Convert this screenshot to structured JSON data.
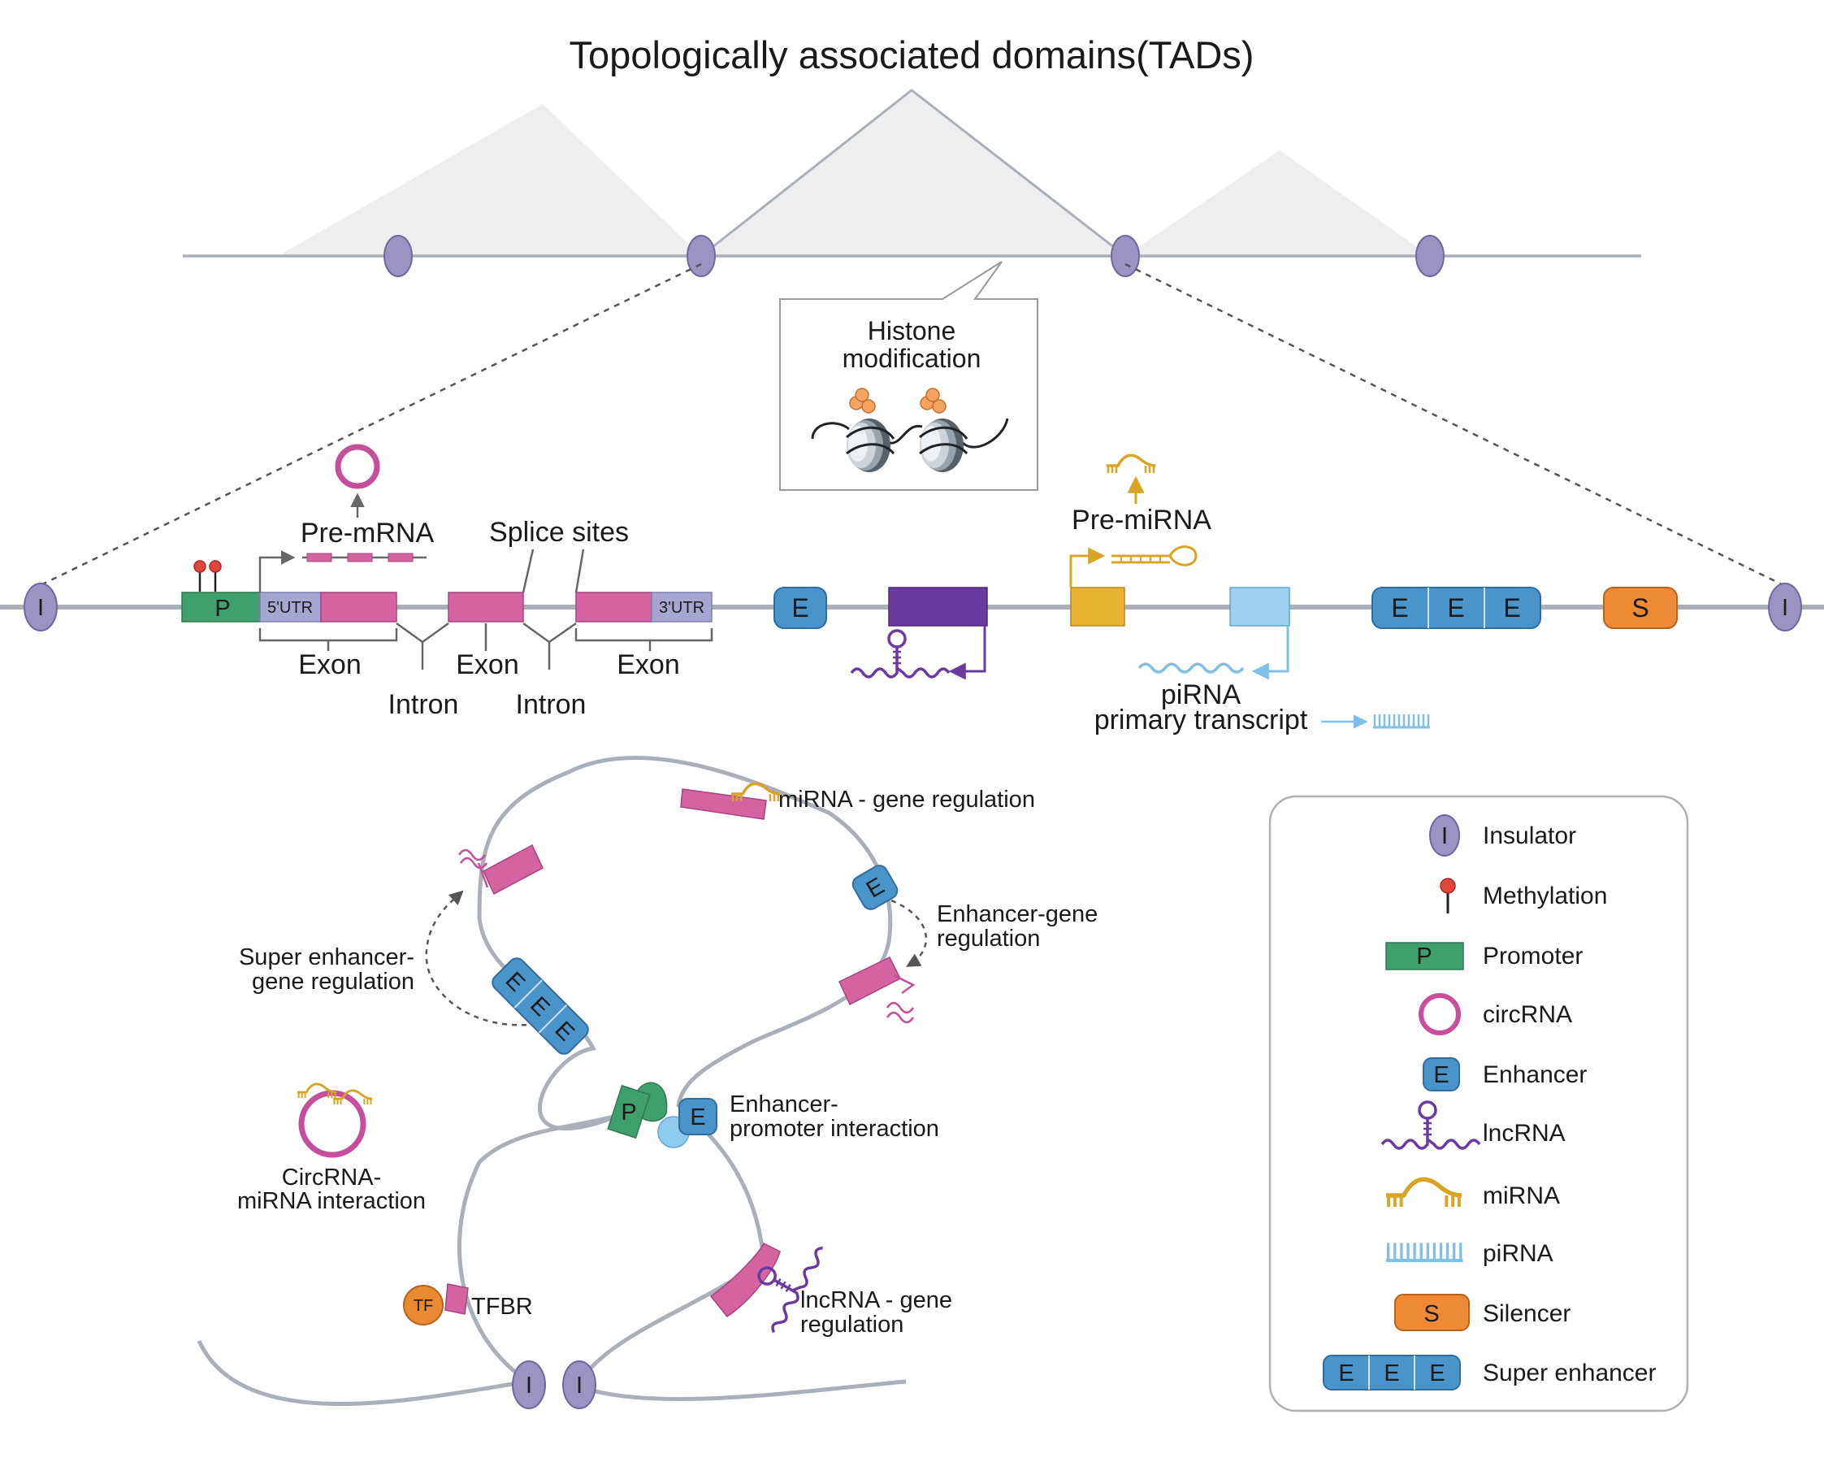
{
  "title": "Topologically associated domains(TADs)",
  "histone": {
    "line1": "Histone",
    "line2": "modification"
  },
  "glyphs": {
    "insulator": "I",
    "promoter": "P",
    "enhancer": "E",
    "silencer": "S",
    "tf": "TF"
  },
  "track": {
    "utr5": "5'UTR",
    "utr3": "3'UTR",
    "exon": "Exon",
    "intron": "Intron",
    "splice_sites": "Splice sites",
    "pre_mrna": "Pre-mRNA",
    "pre_mirna": "Pre-miRNA",
    "pirna": "piRNA",
    "primary_transcript": "primary transcript"
  },
  "loop": {
    "mirna_reg": "miRNA - gene regulation",
    "enh_gene_1": "Enhancer-gene",
    "enh_gene_2": "regulation",
    "super_enh_1": "Super enhancer-",
    "super_enh_2": "gene regulation",
    "enh_prom_1": "Enhancer-",
    "enh_prom_2": "promoter interaction",
    "circ_mirna_1": "CircRNA-",
    "circ_mirna_2": "miRNA interaction",
    "tfbr": "TFBR",
    "lnc_reg_1": "lncRNA - gene",
    "lnc_reg_2": "regulation"
  },
  "legend": [
    {
      "icon": "insulator-icon",
      "label": "Insulator"
    },
    {
      "icon": "methylation-icon",
      "label": "Methylation"
    },
    {
      "icon": "promoter-icon",
      "label": "Promoter"
    },
    {
      "icon": "circrna-icon",
      "label": "circRNA"
    },
    {
      "icon": "enhancer-icon",
      "label": "Enhancer"
    },
    {
      "icon": "lncrna-icon",
      "label": "lncRNA"
    },
    {
      "icon": "mirna-icon",
      "label": "miRNA"
    },
    {
      "icon": "pirna-icon",
      "label": "piRNA"
    },
    {
      "icon": "silencer-icon",
      "label": "Silencer"
    },
    {
      "icon": "super-enhancer-icon",
      "label": "Super enhancer"
    }
  ],
  "colors": {
    "chromatin": "#a9b0ba",
    "insulator": "#9d93c2",
    "promoter": "#3f9f6d",
    "exon": "#d463a1",
    "utr": "#a6a6d2",
    "enhancer": "#4a94cc",
    "lncrna": "#6b3aa0",
    "mirna": "#d9a323",
    "pirna": "#7fbfe8",
    "silencer": "#ee8a33",
    "circrna": "#c64f9d",
    "methylation": "#e2453d",
    "tf": "#e98a33",
    "tad_fill": "#eeeeee"
  }
}
